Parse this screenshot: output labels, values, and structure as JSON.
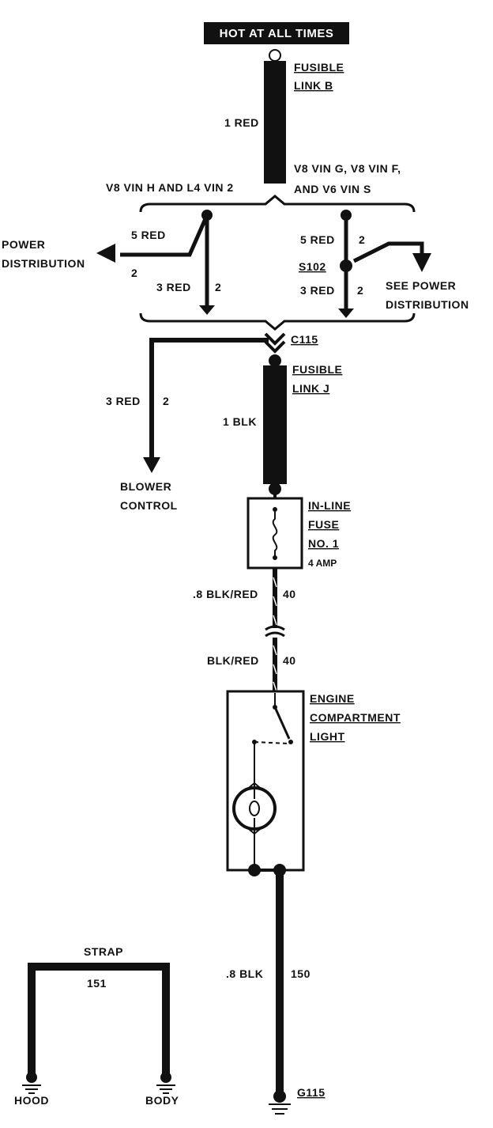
{
  "header": {
    "power_source": "HOT AT ALL TIMES"
  },
  "fusible_link_b": {
    "line1": "FUSIBLE",
    "line2": "LINK B",
    "wire": "1 RED"
  },
  "variants": {
    "right_line1": "V8 VIN G, V8 VIN F,",
    "right_line2": "AND V6 VIN S",
    "left": "V8 VIN H AND L4 VIN 2"
  },
  "left_branch": {
    "wire_top": "5 RED",
    "circuit_top": "2",
    "dest_line1": "POWER",
    "dest_line2": "DISTRIBUTION",
    "wire_down": "3 RED",
    "circuit_down": "2"
  },
  "right_branch": {
    "wire_top": "5 RED",
    "circuit_top": "2",
    "splice": "S102",
    "wire_down": "3 RED",
    "circuit_down": "2",
    "dest_line1": "SEE POWER",
    "dest_line2": "DISTRIBUTION"
  },
  "connector": {
    "name": "C115"
  },
  "blower_branch": {
    "wire": "3 RED",
    "circuit": "2",
    "dest_line1": "BLOWER",
    "dest_line2": "CONTROL"
  },
  "fusible_link_j": {
    "line1": "FUSIBLE",
    "line2": "LINK J",
    "wire": "1 BLK"
  },
  "fuse": {
    "line1": "IN-LINE",
    "line2": "FUSE",
    "line3": "NO. 1",
    "rating": "4 AMP"
  },
  "wire_fuse_out": {
    "wire": ".8 BLK/RED",
    "circuit": "40"
  },
  "wire_light_in": {
    "wire": "BLK/RED",
    "circuit": "40"
  },
  "light": {
    "line1": "ENGINE",
    "line2": "COMPARTMENT",
    "line3": "LIGHT"
  },
  "ground_wire": {
    "wire": ".8 BLK",
    "circuit": "150",
    "ground": "G115"
  },
  "strap": {
    "title": "STRAP",
    "circuit": "151",
    "left_ground": "HOOD",
    "right_ground": "BODY"
  }
}
